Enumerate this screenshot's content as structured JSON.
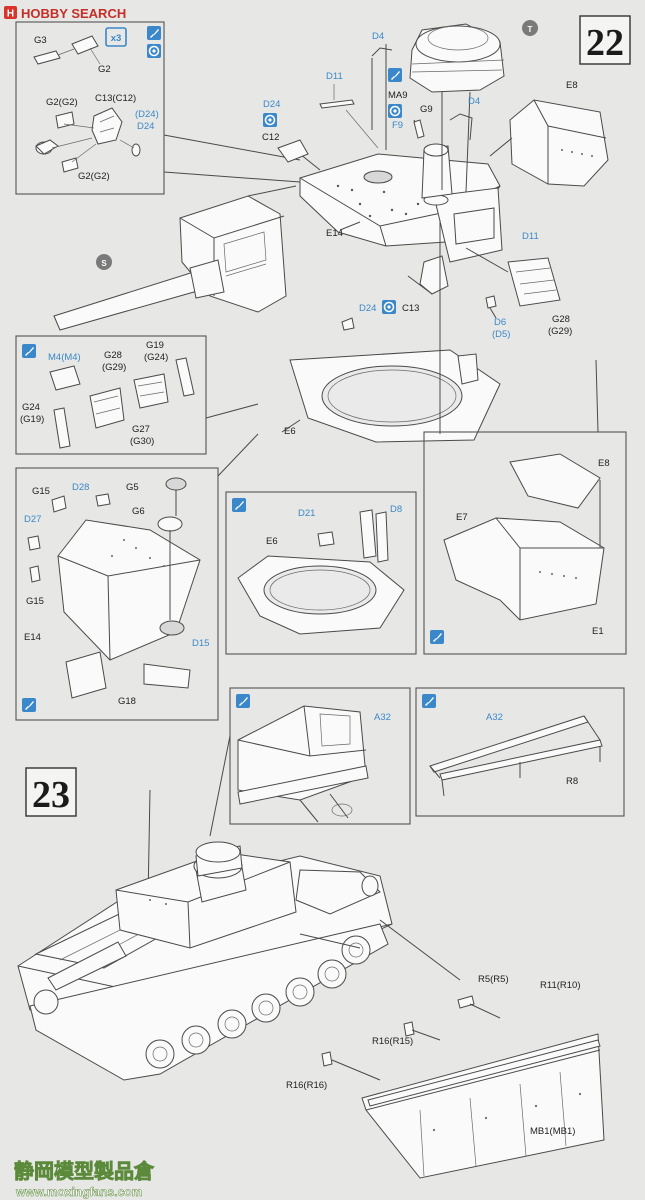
{
  "header": {
    "logo_glyph": "H",
    "logo_text": "HOBBY SEARCH"
  },
  "steps": {
    "step22": "22",
    "step23": "23"
  },
  "labels": {
    "G3": "G3",
    "x3": "x3",
    "G2": "G2",
    "G2G2a": "G2(G2)",
    "C13C12": "C13(C12)",
    "D24p": "(D24)",
    "D24": "D24",
    "G2G2b": "G2(G2)",
    "D4a": "D4",
    "T": "T",
    "D11a": "D11",
    "D24b": "D24",
    "C12": "C12",
    "MA9": "MA9",
    "F9": "F9",
    "G9": "G9",
    "D4b": "D4",
    "E8a": "E8",
    "E14a": "E14",
    "S": "S",
    "D11b": "D11",
    "G28G29a": "G28",
    "G29a": "(G29)",
    "D24c": "D24",
    "C13": "C13",
    "D6": "D6",
    "D5": "(D5)",
    "M4M4": "M4(M4)",
    "G28b": "G28",
    "G29b": "(G29)",
    "G19": "G19",
    "G24a": "(G24)",
    "G24": "G24",
    "G19b": "(G19)",
    "G27": "G27",
    "G30": "(G30)",
    "E6a": "E6",
    "G15a": "G15",
    "D28": "D28",
    "G5": "G5",
    "D27": "D27",
    "G6": "G6",
    "G15b": "G15",
    "E14b": "E14",
    "D15": "D15",
    "G18": "G18",
    "D21": "D21",
    "D8": "D8",
    "E6b": "E6",
    "E8b": "E8",
    "E7": "E7",
    "E1": "E1",
    "A32a": "A32",
    "A32b": "A32",
    "R8": "R8",
    "R5R5": "R5(R5)",
    "R11R10": "R11(R10)",
    "R16R15": "R16(R15)",
    "R16R16": "R16(R16)",
    "MB1MB1": "MB1(MB1)"
  },
  "watermark": {
    "cn": "静岡模型製品倉",
    "url": "www.moxingfans.com"
  },
  "colors": {
    "callout_blue": "#3a88c9",
    "background": "#e7e7e5",
    "ink": "#222222"
  },
  "icons": {
    "paint": "paint-brush-icon",
    "glue": "glue-icon",
    "repeat": "repeat-x3-icon",
    "optional": "optional-parts-icon"
  }
}
